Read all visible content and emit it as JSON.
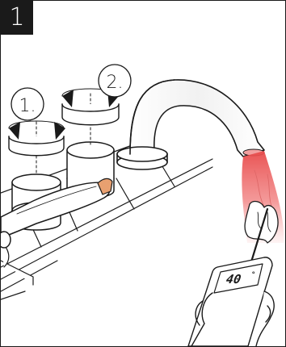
{
  "figure": {
    "step_number": "1",
    "arrow_labels": {
      "first": "1.",
      "second": "2."
    },
    "thermometer": {
      "reading": "40",
      "unit": "°"
    },
    "colors": {
      "outline": "#1a1a1a",
      "water_hot": "#f07878",
      "badge": "#1a1a1a"
    },
    "icons": [
      "counterclockwise-rotation-arrow-icon",
      "counterclockwise-rotation-arrow-icon"
    ]
  }
}
